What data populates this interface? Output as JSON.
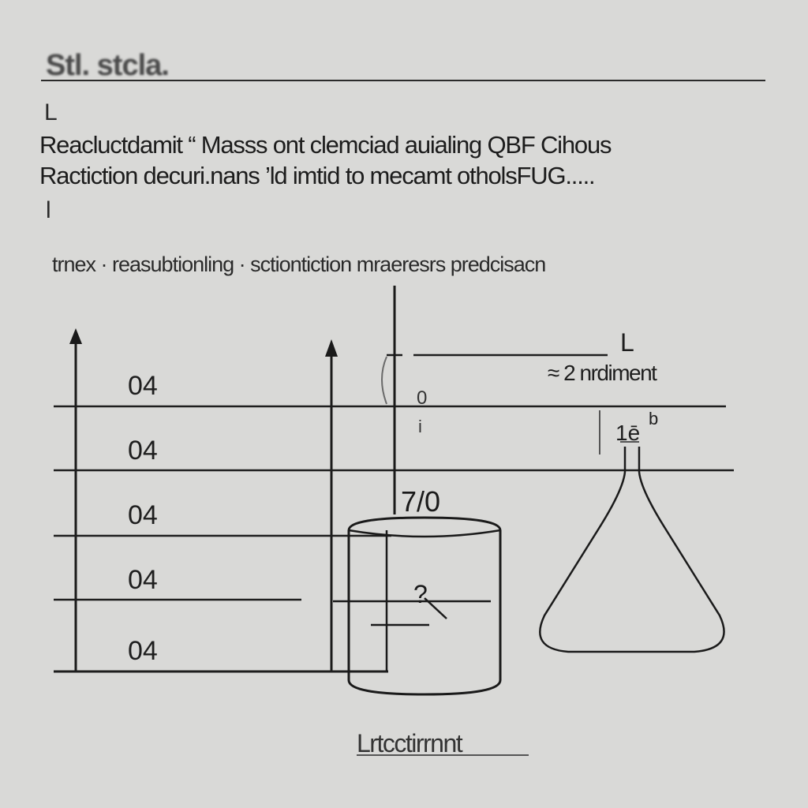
{
  "header": {
    "title": "Stl. stcla."
  },
  "markers": {
    "top": "L",
    "bottom": "l"
  },
  "intro": {
    "line1": "Reacluctdamit “ Masss ont clemciad auialing QBF Cihous",
    "line2": "Ractiction decuri.nans ’ld imtid to mecamt otholsFUG....."
  },
  "caption": "trnex · reasubtionling · sctiontiction mraeresrs predcisacn",
  "diagram": {
    "scale_labels": [
      "04",
      "04",
      "04",
      "04",
      "04"
    ],
    "beaker_label": "7/0",
    "beaker_inner_mark": "?",
    "pointer_top": "L",
    "pointer_sub": "≈ 2 nrdiment",
    "small_mark_left": "0",
    "small_mark_left_sub": "i",
    "flask_neck_label": "1ē",
    "flask_neck_sup": "b"
  },
  "footer": {
    "label": "Lrtcctirrnnt"
  }
}
